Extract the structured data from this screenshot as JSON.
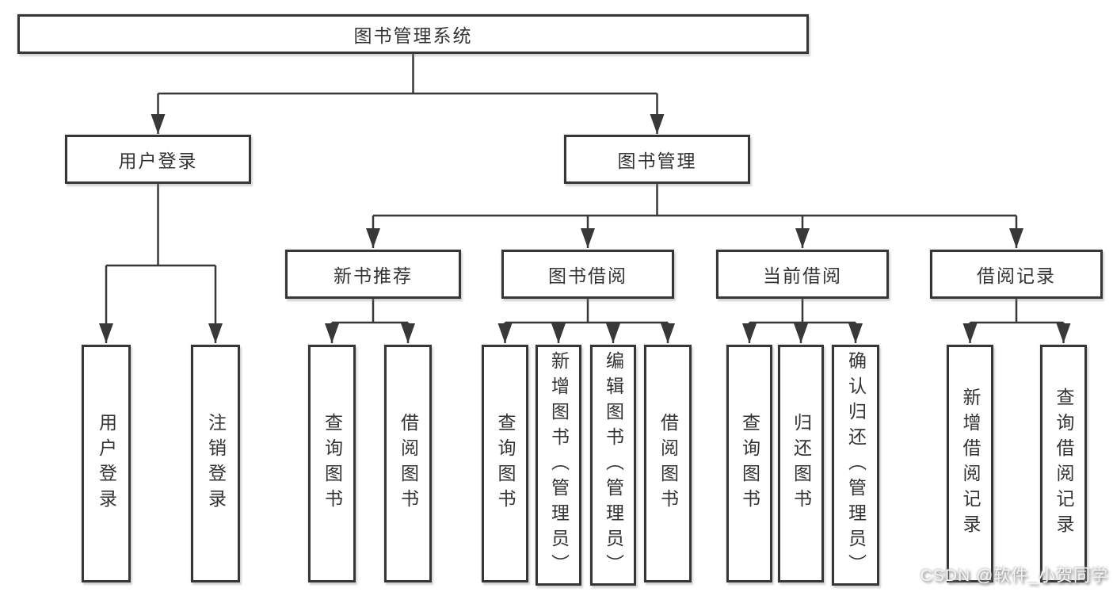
{
  "title": {
    "label": "图书管理系统"
  },
  "level2": {
    "user_login": "用户登录",
    "book_mgmt": "图书管理"
  },
  "level3": {
    "new_book_rec": "新书推荐",
    "book_borrow": "图书借阅",
    "current_borrow": "当前借阅",
    "borrow_records": "借阅记录"
  },
  "leaves": {
    "user_login": "用户登录",
    "logout": "注销登录",
    "nbr_query": "查询图书",
    "nbr_borrow": "借阅图书",
    "bb_query": "查询图书",
    "bb_add": "新增图书（管理员）",
    "bb_edit": "编辑图书（管理员）",
    "bb_borrow": "借阅图书",
    "cb_query": "查询图书",
    "cb_return": "归还图书",
    "cb_confirm": "确认归还（管理员）",
    "br_add": "新增借阅记录",
    "br_query": "查询借阅记录"
  },
  "watermark": {
    "text": "CSDN @软件_小贺同学"
  },
  "colors": {
    "line": "#383838",
    "text": "#333333",
    "background": "#ffffff"
  }
}
